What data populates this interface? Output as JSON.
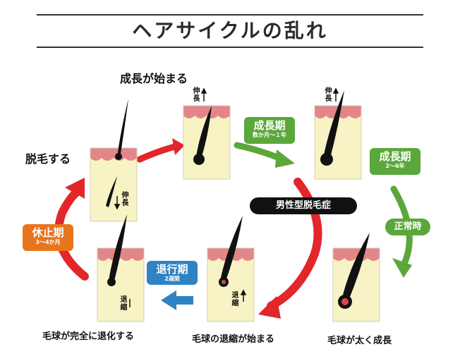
{
  "title": "ヘアサイクルの乱れ",
  "labels": {
    "growth_start": "成長が始まる",
    "shedding": "脱毛する",
    "bulb_regress": "毛球が完全に退化する",
    "bulb_shrink_start": "毛球の退縮が始まる",
    "bulb_thicken": "毛球が太く成長"
  },
  "phases": {
    "anagen_early": {
      "main": "成長期",
      "sub": "数か月～１年"
    },
    "anagen_late": {
      "main": "成長期",
      "sub": "2～6年"
    },
    "telogen": {
      "main": "休止期",
      "sub": "3～4か月"
    },
    "catagen": {
      "main": "退行期",
      "sub": "2週間"
    }
  },
  "pills": {
    "aga": "男性型脱毛症",
    "normal": "正常時"
  },
  "markers": {
    "grow_1": "伸長",
    "grow_2": "伸長",
    "grow_3": "伸長",
    "shrink_1": "退縮",
    "shrink_2": "退縮"
  },
  "colors": {
    "red_arrow": "#e2262a",
    "green_arrow": "#5aa73a",
    "blue_arrow": "#2f83c3",
    "skin_band": "#e3868a",
    "tissue": "#f8f3c4",
    "hair": "#111111",
    "bulb_core": "#d9474a"
  }
}
